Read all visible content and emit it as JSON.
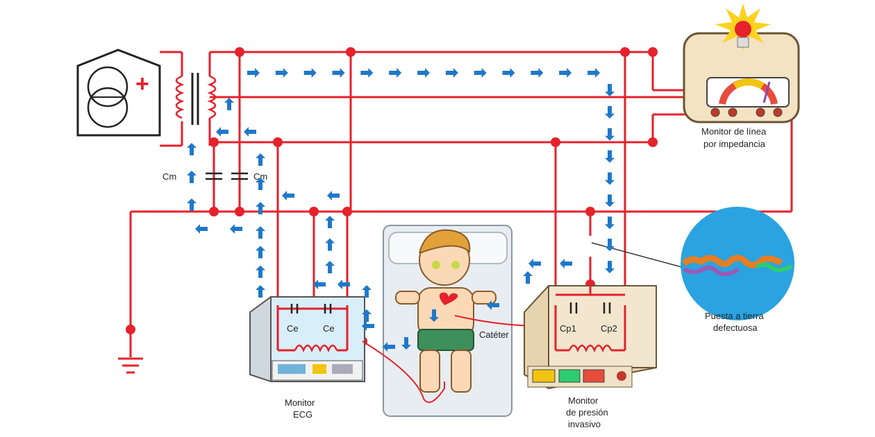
{
  "labels": {
    "cm_left": "Cm",
    "cm_right": "Cm",
    "ce_left": "Ce",
    "ce_right": "Ce",
    "cp1": "Cp1",
    "cp2": "Cp2",
    "cateter": "Catéter",
    "plus": "+"
  },
  "captions": {
    "impedance_monitor_1": "Monitor de línea",
    "impedance_monitor_2": "por impedancia",
    "ecg_monitor_1": "Monitor",
    "ecg_monitor_2": "ECG",
    "pressure_monitor_1": "Monitor",
    "pressure_monitor_2": "de presión",
    "pressure_monitor_3": "invasivo",
    "ground_fault_1": "Puesta a tierra",
    "ground_fault_2": "defectuosa"
  },
  "colors": {
    "wire": "#e5212b",
    "current_flow": "#1f78c8",
    "ecg_panel": "#d8eef8",
    "pressure_panel": "#f3e6cf",
    "ground_circle": "#2aa3e0"
  },
  "icons": {
    "transformer": "transformer-icon",
    "alarm": "alarm-light-icon",
    "ground": "ground-symbol-icon"
  }
}
